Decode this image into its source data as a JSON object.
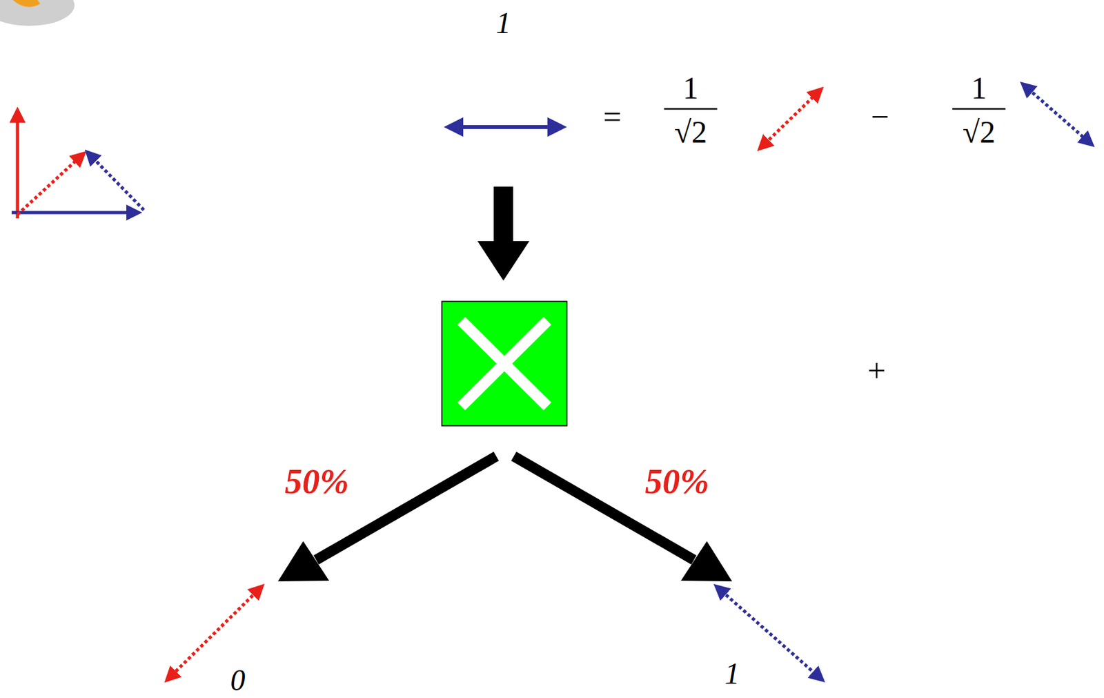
{
  "diagram": {
    "labels": [
      "1",
      "=",
      "1",
      "√2",
      "−",
      "1",
      "√2",
      "+",
      "50%",
      "50%",
      "0",
      "1"
    ]
  }
}
